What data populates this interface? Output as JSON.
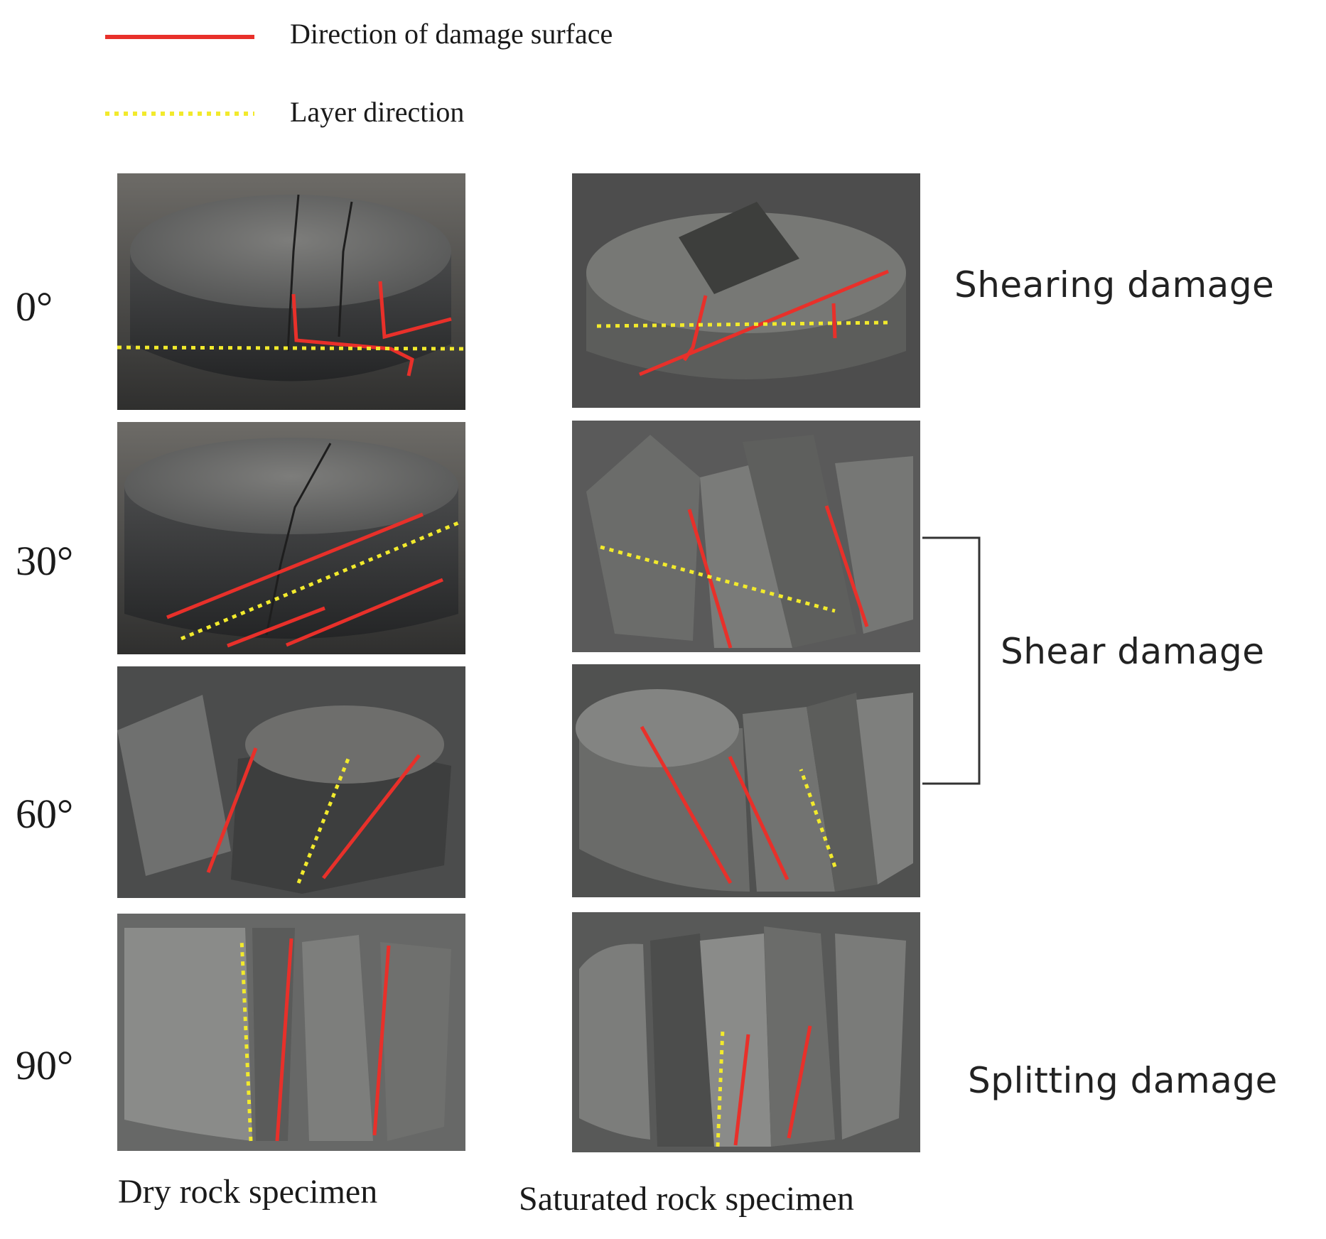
{
  "legend": {
    "damage_surface_label": "Direction of damage surface",
    "layer_label": "Layer direction"
  },
  "angles": [
    "0°",
    "30°",
    "60°",
    "90°"
  ],
  "damage_types": {
    "shearing": "Shearing damage",
    "shear": "Shear damage",
    "splitting": "Splitting damage"
  },
  "captions": {
    "dry": "Dry rock specimen",
    "saturated": "Saturated rock specimen"
  },
  "colors": {
    "damage_line": "#e8302a",
    "layer_line": "#f2ea2c"
  }
}
